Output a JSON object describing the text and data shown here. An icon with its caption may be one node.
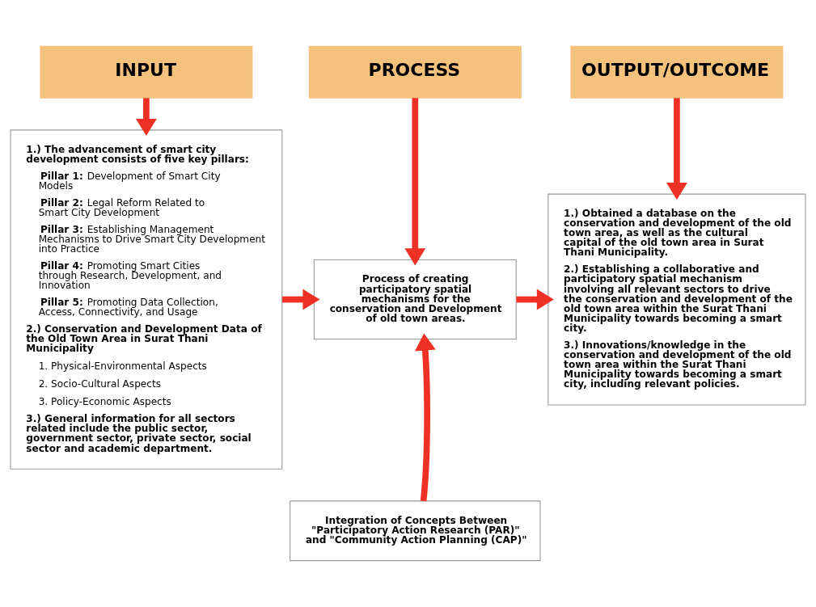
{
  "diagram": {
    "nodes": [
      {
        "text": [
          "INPUT"
        ]
      },
      {
        "text": [
          "PROCESS"
        ]
      },
      {
        "text": [
          "OUTPUT/OUTCOME"
        ]
      },
      {
        "text": [
          "1.) The advancement of smart city development consists of five key pillars:",
          "**Pillar 1:** Development of Smart City Models",
          "**Pillar 2:** Legal Reform Related to Smart City Development",
          "**Pillar 3:** Establishing Management Mechanisms to Drive Smart City Development into Practice",
          "**Pillar 4:** Promoting Smart Cities through Research, Development, and Innovation",
          "**Pillar 5:** Promoting Data Collection, Access, Connectivity, and Usage",
          "2.) Conservation and Development Data of the Old Town Area in Surat Thani Municipality",
          "1. Physical-Environmental Aspects",
          "2. Socio-Cultural Aspects",
          "3. Policy-Economic Aspects",
          "3.) General information for all sectors related include the public sector, government sector, private sector, social sector and academic department."
        ]
      },
      {
        "text": [
          "Process of creating participatory spatial mechanisms for the conservation and Development of old town areas."
        ]
      },
      {
        "text": [
          "Integration of Concepts Between \"Participatory Action Research (PAR)\" and \"Community Action Planning (CAP)\""
        ]
      },
      {
        "text": [
          "1.) Obtained a database on the conservation and development of the old town area, as well as the cultural capital of the old town area in Surat Thani Municipality.",
          "2.) Establishing a collaborative and participatory spatial mechanism involving all relevant sectors to drive the conservation and development of the old town area within the Surat Thani Municipality towards becoming a smart city.",
          "3.) Innovations/knowledge in the conservation and development of the old town area within the Surat Thani Municipality towards becoming a smart city, including relevant policies."
        ]
      }
    ],
    "edges": [
      {
        "from": 0,
        "to": 3,
        "arrow": "to"
      },
      {
        "from": 1,
        "to": 4,
        "arrow": "to"
      },
      {
        "from": 2,
        "to": 6,
        "arrow": "to"
      },
      {
        "from": 3,
        "to": 4,
        "arrow": "to"
      },
      {
        "from": 4,
        "to": 6,
        "arrow": "to"
      },
      {
        "from": 5,
        "to": 4,
        "arrow": "to"
      }
    ]
  }
}
